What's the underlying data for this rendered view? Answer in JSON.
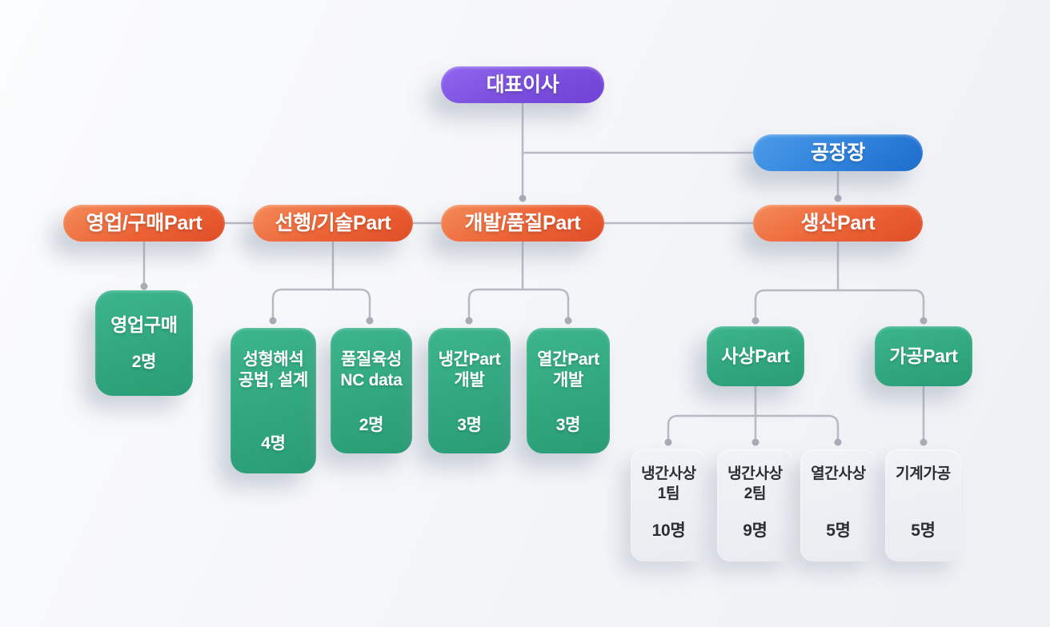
{
  "palette": {
    "ceo_purple": "#7B4FDD",
    "manager_blue": "#2F82DB",
    "part_orange": "#EC6236",
    "team_green": "#30A67E",
    "crew_gray": "#EDEFF3",
    "connector_line": "#B7BAC4",
    "connector_dot": "#A8ACB8",
    "background": "#F5F6F9"
  },
  "org": {
    "ceo": {
      "label": "대표이사"
    },
    "factory_manager": {
      "label": "공장장"
    },
    "parts": [
      {
        "label": "영업/구매Part"
      },
      {
        "label": "선행/기술Part"
      },
      {
        "label": "개발/품질Part"
      },
      {
        "label": "생산Part"
      }
    ],
    "teams": [
      {
        "label": "영업구매",
        "count": "2명"
      },
      {
        "label": "성형해석\n공법, 설계",
        "count": "4명"
      },
      {
        "label": "품질육성\nNC data",
        "count": "2명"
      },
      {
        "label": "냉간Part\n개발",
        "count": "3명"
      },
      {
        "label": "열간Part\n개발",
        "count": "3명"
      }
    ],
    "production_parts": [
      {
        "label": "사상Part"
      },
      {
        "label": "가공Part"
      }
    ],
    "crews": [
      {
        "label": "냉간사상\n1팀",
        "count": "10명"
      },
      {
        "label": "냉간사상\n2팀",
        "count": "9명"
      },
      {
        "label": "열간사상",
        "count": "5명"
      },
      {
        "label": "기계가공",
        "count": "5명"
      }
    ]
  }
}
